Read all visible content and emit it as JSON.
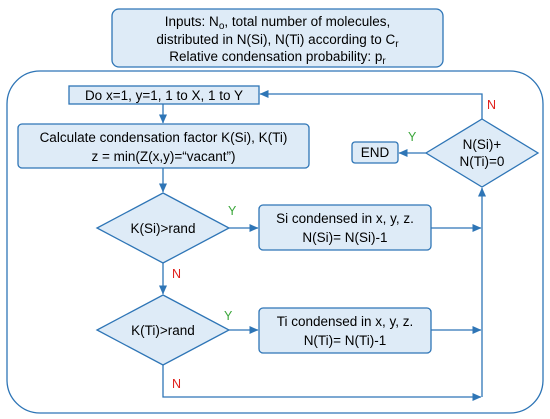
{
  "colors": {
    "box_fill": "#deebf7",
    "line": "#2e75b6",
    "yes_label": "#3aa63a",
    "no_label": "#e0201b"
  },
  "header": {
    "line1_prefix": "Inputs: N",
    "line1_sub": "o",
    "line1_suffix": ", total number of molecules,",
    "line2_prefix": "distributed in N(Si), N(Ti) according to C",
    "line2_sub": "r",
    "line3_prefix": "Relative condensation probability: p",
    "line3_sub": "r"
  },
  "loop_box": {
    "text": "Do x=1, y=1, 1 to X, 1 to Y"
  },
  "calc_box": {
    "line1": "Calculate condensation factor K(Si), K(Ti)",
    "line2": "z = min(Z(x,y)=“vacant”)"
  },
  "decision_si": {
    "text": "K(Si)>rand"
  },
  "decision_ti": {
    "text": "K(Ti)>rand"
  },
  "decision_end": {
    "line1": "N(Si)+",
    "line2": "N(Ti)=0"
  },
  "si_box": {
    "line1": "Si condensed in x, y, z.",
    "line2": "N(Si)= N(Si)-1"
  },
  "ti_box": {
    "line1": "Ti condensed in x, y, z.",
    "line2": "N(Ti)= N(Ti)-1"
  },
  "end_box": {
    "text": "END"
  },
  "labels": {
    "yes": "Y",
    "no": "N"
  }
}
